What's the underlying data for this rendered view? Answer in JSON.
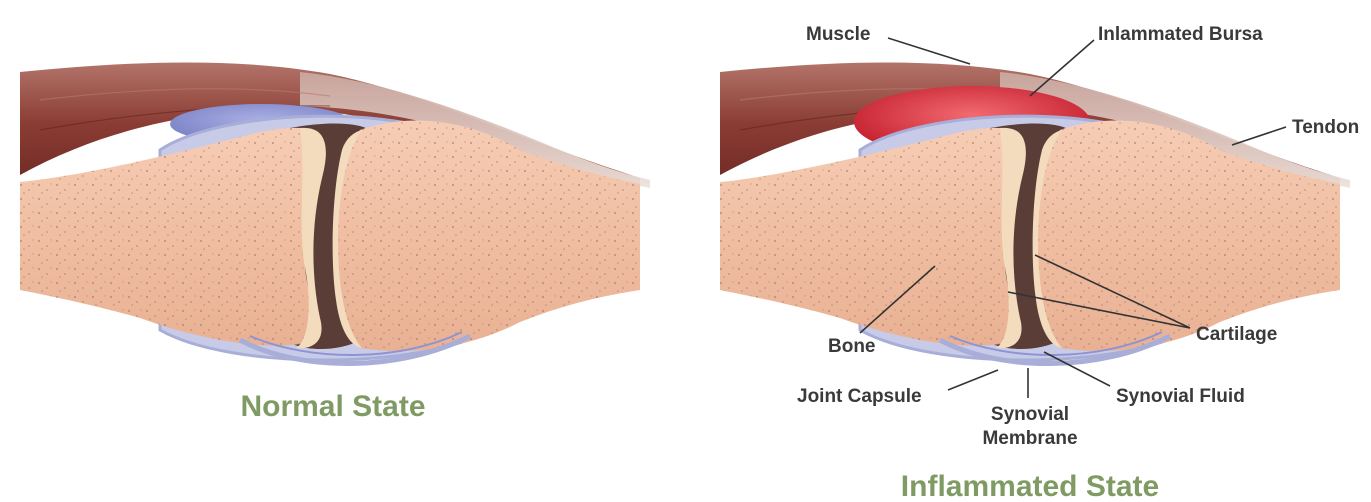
{
  "panels": {
    "normal": {
      "title": "Normal State"
    },
    "inflamed": {
      "title": "Inflammated State"
    }
  },
  "labels": {
    "muscle": "Muscle",
    "bursa": "Inlammated Bursa",
    "tendon": "Tendon",
    "bone": "Bone",
    "cartilage": "Cartilage",
    "joint_capsule": "Joint Capsule",
    "synovial_membrane_line1": "Synovial",
    "synovial_membrane_line2": "Membrane",
    "synovial_fluid": "Synovial Fluid"
  },
  "colors": {
    "bone": "#f2c2a6",
    "bone_head": "#ebcaa4",
    "cartilage": "#f3dbbd",
    "muscle": "#8c3e36",
    "tendon": "#e3cfc6",
    "bursa_normal": "#8e94d2",
    "bursa_inflamed": "#d8283a",
    "capsule": "#a8aed8",
    "joint_space": "#5a3d36",
    "title_text": "#7f9b63"
  }
}
